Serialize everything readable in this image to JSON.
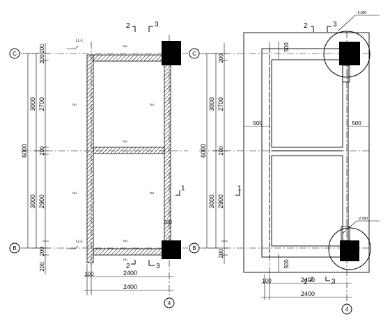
{
  "grid_axes": {
    "left": {
      "top": "C",
      "bottom": "B"
    },
    "right": {
      "top": "C",
      "bottom": "B"
    },
    "bottom_left": "4",
    "bottom_right": "4"
  },
  "section_marks": {
    "left_top_num": "2",
    "left_top_num2": "3",
    "left_side_num": "1",
    "left_bottom_num": "2",
    "left_bottom_num2": "3",
    "right_top_num": "2",
    "right_top_num2": "3",
    "right_side_num": "1",
    "right_bottom_num": "2",
    "right_bottom_num2": "3"
  },
  "left_plan": {
    "total_dim": "6000",
    "span_top": "3000",
    "span_bottom": "3000",
    "inner_top": "2700",
    "inner_bottom": "2900",
    "edge_top_a": "200",
    "edge_top_b": "200",
    "mid_dim": "200",
    "edge_bottom": "200",
    "below_dim": "200",
    "width_dim": "2400",
    "width_dim2": "2400",
    "offset_dim": "100",
    "corner_dim": "200",
    "beam_tags": [
      "TB1",
      "TB1",
      "TB1",
      "TB1",
      "TB1",
      "TB1",
      "TB1",
      "TB1"
    ],
    "level_tags": [
      "LL-1",
      "LL-1"
    ]
  },
  "right_plan": {
    "total_dim": "6000",
    "span_top": "3000",
    "span_bottom": "3000",
    "inner_top": "2700",
    "inner_bottom": "2900",
    "edge_top": "200",
    "mid_dim": "200",
    "edge_bottom": "200",
    "width_dim": "2400",
    "width_dim2": "2400",
    "offset_dim": "100",
    "dim_500_top": "500",
    "dim_500_left": "500",
    "dim_500_right": "500",
    "dim_500_bottom": "500",
    "callout_top": "-2.000",
    "callout_bottom": "-2.000"
  }
}
